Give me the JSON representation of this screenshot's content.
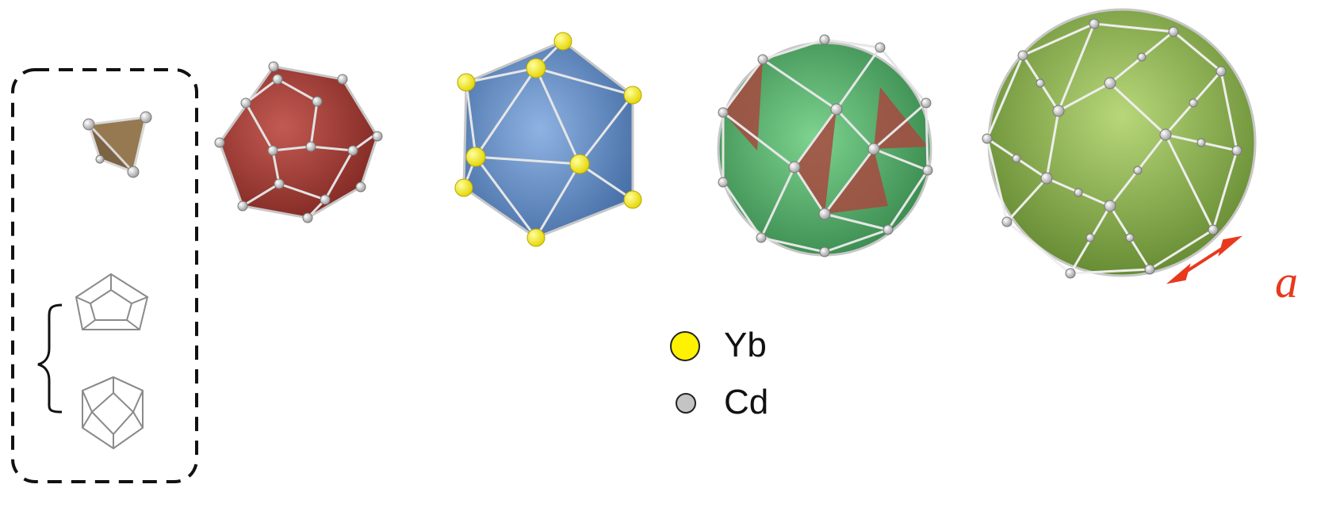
{
  "legend": [
    {
      "label": "Yb",
      "color": "#fff200"
    },
    {
      "label": "Cd",
      "color": "#c4c4c4"
    }
  ],
  "lattice_parameter": "a",
  "colors": {
    "tetrahedron": "#8b6a3e",
    "dodecahedron": "#a13a35",
    "icosahedron": "#4f7fbf",
    "icosidodecahedron": "#3d9a55",
    "triacontahedron": "#6a9a3a",
    "arrow": "#e8391e"
  }
}
